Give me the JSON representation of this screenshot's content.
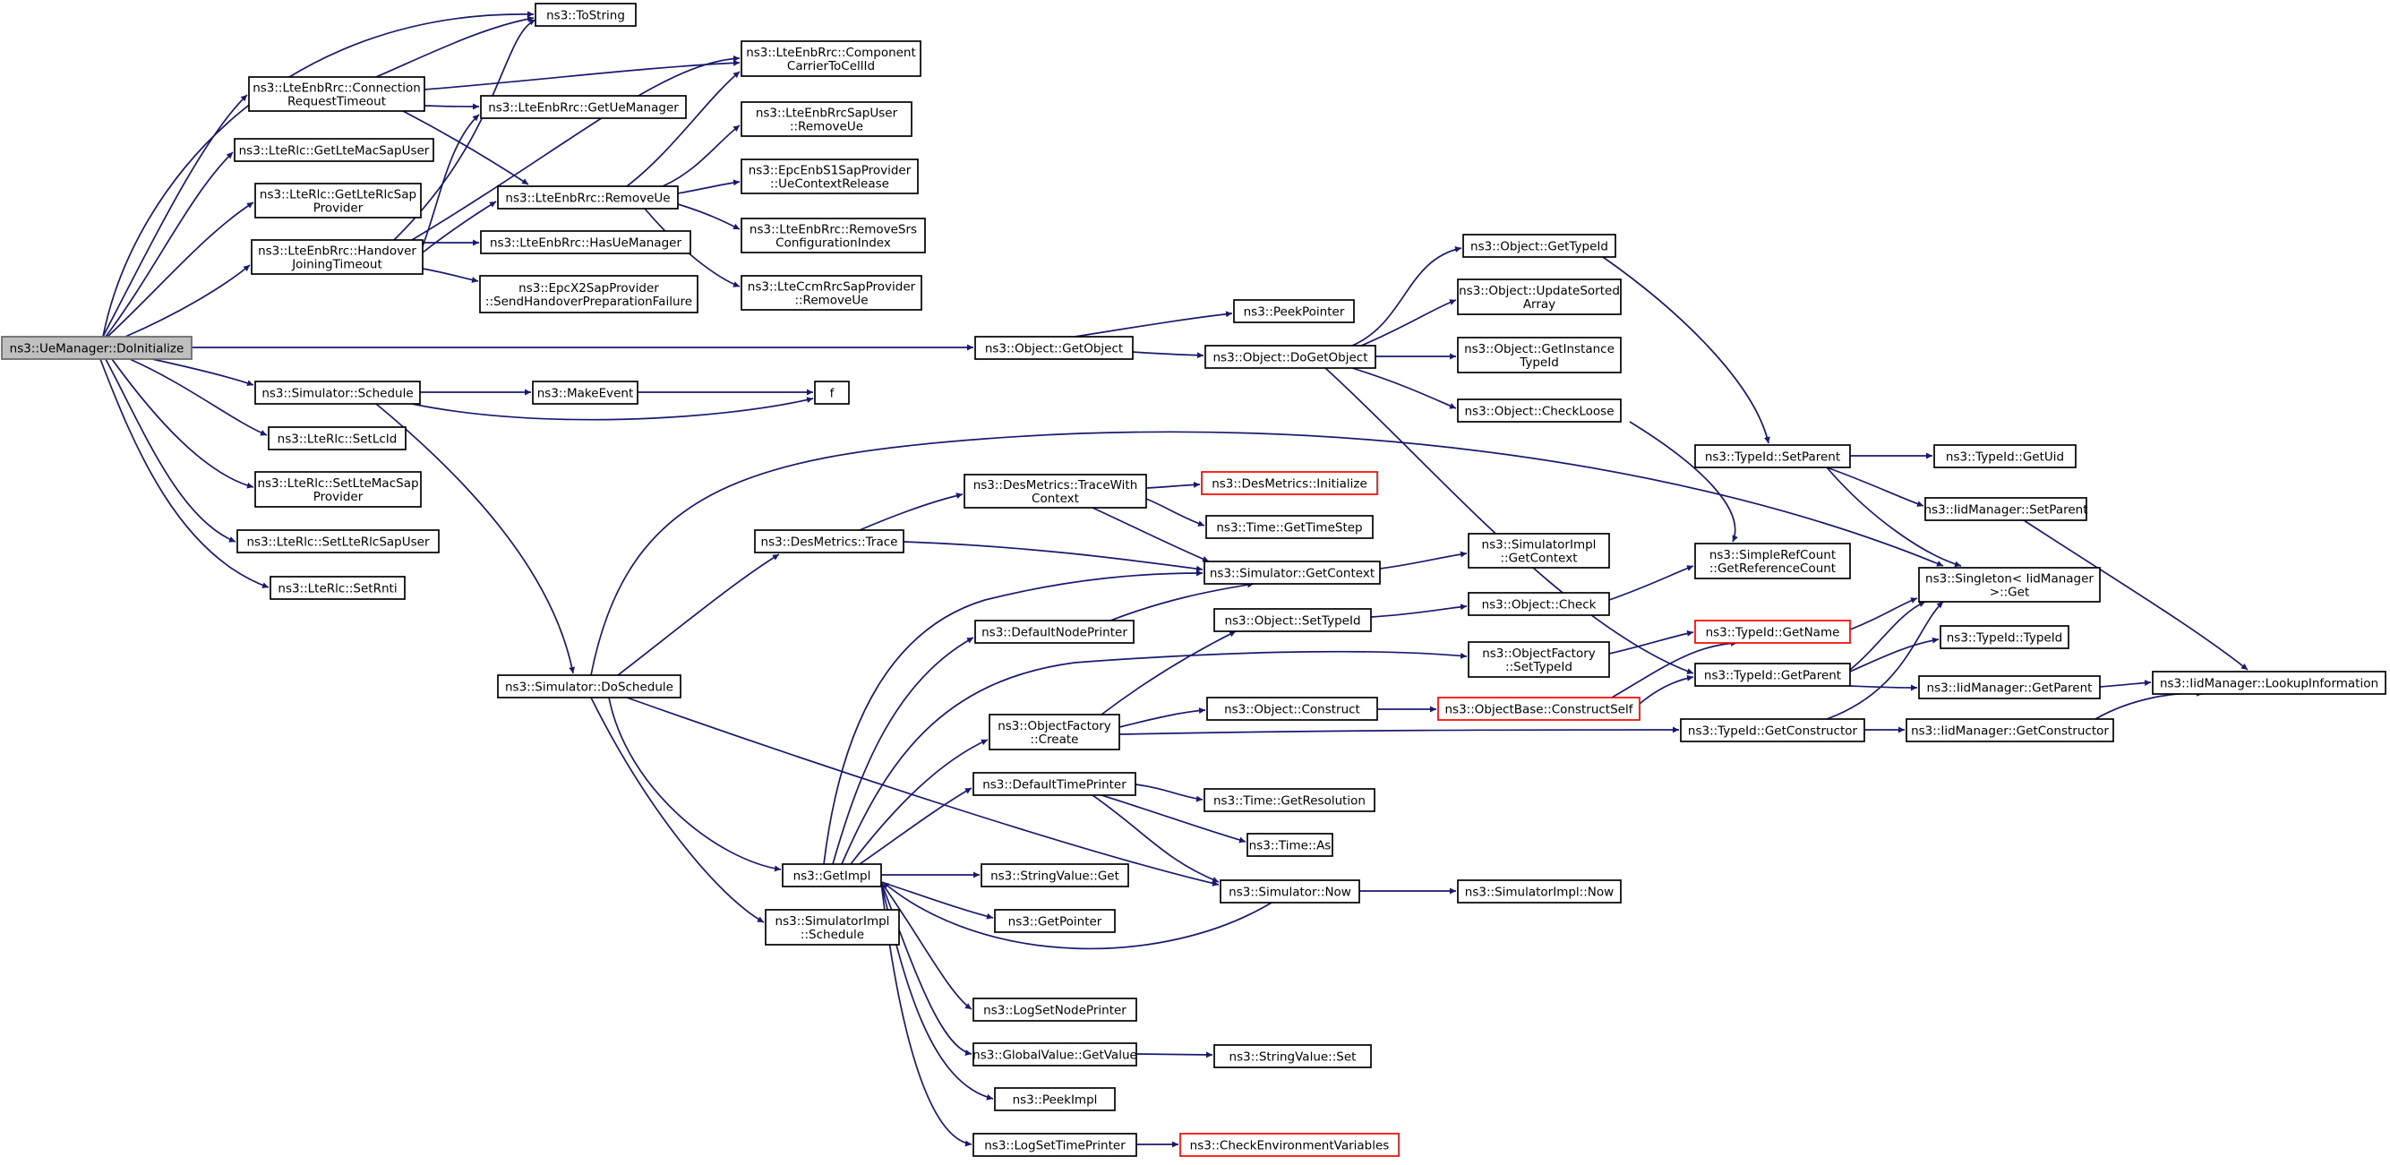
{
  "diagram": {
    "colors": {
      "edge": "#191970",
      "node_border": "#000000",
      "node_fill": "#ffffff",
      "root_fill": "#bfbfbf",
      "root_border": "#666666",
      "truncated_border": "#ff0000",
      "text": "#000000"
    },
    "nodes": [
      {
        "id": "n0",
        "lines": [
          "ns3::UeManager::DoInitialize"
        ],
        "kind": "root"
      },
      {
        "id": "n1",
        "lines": [
          "ns3::ToString"
        ]
      },
      {
        "id": "n2",
        "lines": [
          "ns3::LteEnbRrc::Connection",
          "RequestTimeout"
        ]
      },
      {
        "id": "n3",
        "lines": [
          "ns3::LteEnbRrc::Component",
          "CarrierToCellId"
        ]
      },
      {
        "id": "n4",
        "lines": [
          "ns3::LteEnbRrc::GetUeManager"
        ]
      },
      {
        "id": "n5",
        "lines": [
          "ns3::LteRlc::GetLteMacSapUser"
        ]
      },
      {
        "id": "n6",
        "lines": [
          "ns3::LteEnbRrcSapUser",
          "::RemoveUe"
        ]
      },
      {
        "id": "n7",
        "lines": [
          "ns3::LteRlc::GetLteRlcSap",
          "Provider"
        ]
      },
      {
        "id": "n8",
        "lines": [
          "ns3::EpcEnbS1SapProvider",
          "::UeContextRelease"
        ]
      },
      {
        "id": "n9",
        "lines": [
          "ns3::LteEnbRrc::RemoveUe"
        ]
      },
      {
        "id": "n10",
        "lines": [
          "ns3::LteEnbRrc::RemoveSrs",
          "ConfigurationIndex"
        ]
      },
      {
        "id": "n11",
        "lines": [
          "ns3::LteEnbRrc::Handover",
          "JoiningTimeout"
        ]
      },
      {
        "id": "n12",
        "lines": [
          "ns3::LteEnbRrc::HasUeManager"
        ]
      },
      {
        "id": "n13",
        "lines": [
          "ns3::LteCcmRrcSapProvider",
          "::RemoveUe"
        ]
      },
      {
        "id": "n14",
        "lines": [
          "ns3::EpcX2SapProvider",
          "::SendHandoverPreparationFailure"
        ]
      },
      {
        "id": "n15",
        "lines": [
          "ns3::Object::GetTypeId"
        ]
      },
      {
        "id": "n16",
        "lines": [
          "ns3::Object::UpdateSorted",
          "Array"
        ]
      },
      {
        "id": "n17",
        "lines": [
          "ns3::PeekPointer"
        ]
      },
      {
        "id": "n18",
        "lines": [
          "ns3::Object::GetObject"
        ]
      },
      {
        "id": "n19",
        "lines": [
          "ns3::Object::DoGetObject"
        ]
      },
      {
        "id": "n20",
        "lines": [
          "ns3::Object::GetInstance",
          "TypeId"
        ]
      },
      {
        "id": "n21",
        "lines": [
          "ns3::Simulator::Schedule"
        ]
      },
      {
        "id": "n22",
        "lines": [
          "ns3::MakeEvent"
        ]
      },
      {
        "id": "n23",
        "lines": [
          "f"
        ]
      },
      {
        "id": "n24",
        "lines": [
          "ns3::Object::CheckLoose"
        ]
      },
      {
        "id": "n25",
        "lines": [
          "ns3::LteRlc::SetLcId"
        ]
      },
      {
        "id": "n26",
        "lines": [
          "ns3::TypeId::SetParent"
        ]
      },
      {
        "id": "n27",
        "lines": [
          "ns3::TypeId::GetUid"
        ]
      },
      {
        "id": "n28",
        "lines": [
          "ns3::DesMetrics::TraceWith",
          "Context"
        ]
      },
      {
        "id": "n29",
        "lines": [
          "ns3::DesMetrics::Initialize"
        ],
        "kind": "truncated"
      },
      {
        "id": "n30",
        "lines": [
          "ns3::LteRlc::SetLteMacSap",
          "Provider"
        ]
      },
      {
        "id": "n31",
        "lines": [
          "ns3::IidManager::SetParent"
        ]
      },
      {
        "id": "n32",
        "lines": [
          "ns3::Time::GetTimeStep"
        ]
      },
      {
        "id": "n33",
        "lines": [
          "ns3::LteRlc::SetLteRlcSapUser"
        ]
      },
      {
        "id": "n34",
        "lines": [
          "ns3::DesMetrics::Trace"
        ]
      },
      {
        "id": "n35",
        "lines": [
          "ns3::SimulatorImpl",
          "::GetContext"
        ]
      },
      {
        "id": "n36",
        "lines": [
          "ns3::SimpleRefCount",
          "::GetReferenceCount"
        ]
      },
      {
        "id": "n37",
        "lines": [
          "ns3::Simulator::GetContext"
        ]
      },
      {
        "id": "n38",
        "lines": [
          "ns3::Singleton< IidManager",
          ">::Get"
        ]
      },
      {
        "id": "n39",
        "lines": [
          "ns3::LteRlc::SetRnti"
        ]
      },
      {
        "id": "n40",
        "lines": [
          "ns3::Object::Check"
        ]
      },
      {
        "id": "n41",
        "lines": [
          "ns3::Object::SetTypeId"
        ]
      },
      {
        "id": "n42",
        "lines": [
          "ns3::DefaultNodePrinter"
        ]
      },
      {
        "id": "n43",
        "lines": [
          "ns3::TypeId::GetName"
        ],
        "kind": "truncated"
      },
      {
        "id": "n44",
        "lines": [
          "ns3::TypeId::TypeId"
        ]
      },
      {
        "id": "n45",
        "lines": [
          "ns3::ObjectFactory",
          "::SetTypeId"
        ]
      },
      {
        "id": "n46",
        "lines": [
          "ns3::TypeId::GetParent"
        ]
      },
      {
        "id": "n47",
        "lines": [
          "ns3::Simulator::DoSchedule"
        ]
      },
      {
        "id": "n48",
        "lines": [
          "ns3::IidManager::GetParent"
        ]
      },
      {
        "id": "n49",
        "lines": [
          "ns3::IidManager::LookupInformation"
        ]
      },
      {
        "id": "n50",
        "lines": [
          "ns3::Object::Construct"
        ]
      },
      {
        "id": "n51",
        "lines": [
          "ns3::ObjectBase::ConstructSelf"
        ],
        "kind": "truncated"
      },
      {
        "id": "n52",
        "lines": [
          "ns3::ObjectFactory",
          "::Create"
        ]
      },
      {
        "id": "n53",
        "lines": [
          "ns3::TypeId::GetConstructor"
        ]
      },
      {
        "id": "n54",
        "lines": [
          "ns3::IidManager::GetConstructor"
        ]
      },
      {
        "id": "n55",
        "lines": [
          "ns3::DefaultTimePrinter"
        ]
      },
      {
        "id": "n56",
        "lines": [
          "ns3::Time::GetResolution"
        ]
      },
      {
        "id": "n57",
        "lines": [
          "ns3::Time::As"
        ]
      },
      {
        "id": "n58",
        "lines": [
          "ns3::GetImpl"
        ]
      },
      {
        "id": "n59",
        "lines": [
          "ns3::StringValue::Get"
        ]
      },
      {
        "id": "n60",
        "lines": [
          "ns3::Simulator::Now"
        ]
      },
      {
        "id": "n61",
        "lines": [
          "ns3::SimulatorImpl::Now"
        ]
      },
      {
        "id": "n62",
        "lines": [
          "ns3::SimulatorImpl",
          "::Schedule"
        ]
      },
      {
        "id": "n63",
        "lines": [
          "ns3::GetPointer"
        ]
      },
      {
        "id": "n64",
        "lines": [
          "ns3::LogSetNodePrinter"
        ]
      },
      {
        "id": "n65",
        "lines": [
          "ns3::GlobalValue::GetValue"
        ]
      },
      {
        "id": "n66",
        "lines": [
          "ns3::StringValue::Set"
        ]
      },
      {
        "id": "n67",
        "lines": [
          "ns3::PeekImpl"
        ]
      },
      {
        "id": "n68",
        "lines": [
          "ns3::LogSetTimePrinter"
        ]
      },
      {
        "id": "n69",
        "lines": [
          "ns3::CheckEnvironmentVariables"
        ],
        "kind": "truncated"
      }
    ],
    "edges": [
      [
        "n0",
        "n1"
      ],
      [
        "n0",
        "n2"
      ],
      [
        "n0",
        "n5"
      ],
      [
        "n0",
        "n7"
      ],
      [
        "n0",
        "n11"
      ],
      [
        "n0",
        "n18"
      ],
      [
        "n0",
        "n21"
      ],
      [
        "n0",
        "n25"
      ],
      [
        "n0",
        "n30"
      ],
      [
        "n0",
        "n33"
      ],
      [
        "n0",
        "n39"
      ],
      [
        "n2",
        "n1"
      ],
      [
        "n2",
        "n3"
      ],
      [
        "n2",
        "n4"
      ],
      [
        "n2",
        "n9"
      ],
      [
        "n9",
        "n3"
      ],
      [
        "n9",
        "n6"
      ],
      [
        "n9",
        "n8"
      ],
      [
        "n9",
        "n10"
      ],
      [
        "n9",
        "n13"
      ],
      [
        "n11",
        "n1"
      ],
      [
        "n11",
        "n3"
      ],
      [
        "n11",
        "n4"
      ],
      [
        "n11",
        "n9"
      ],
      [
        "n11",
        "n12"
      ],
      [
        "n11",
        "n14"
      ],
      [
        "n18",
        "n17"
      ],
      [
        "n18",
        "n19"
      ],
      [
        "n19",
        "n15"
      ],
      [
        "n19",
        "n16"
      ],
      [
        "n19",
        "n20"
      ],
      [
        "n19",
        "n24"
      ],
      [
        "n19",
        "n46"
      ],
      [
        "n15",
        "n26"
      ],
      [
        "n24",
        "n36"
      ],
      [
        "n26",
        "n27"
      ],
      [
        "n26",
        "n31"
      ],
      [
        "n26",
        "n38"
      ],
      [
        "n31",
        "n49"
      ],
      [
        "n21",
        "n22"
      ],
      [
        "n21",
        "n23"
      ],
      [
        "n21",
        "n47"
      ],
      [
        "n22",
        "n23"
      ],
      [
        "n47",
        "n34"
      ],
      [
        "n47",
        "n38"
      ],
      [
        "n47",
        "n58"
      ],
      [
        "n47",
        "n60"
      ],
      [
        "n47",
        "n62"
      ],
      [
        "n34",
        "n28"
      ],
      [
        "n34",
        "n37"
      ],
      [
        "n28",
        "n29"
      ],
      [
        "n28",
        "n32"
      ],
      [
        "n28",
        "n37"
      ],
      [
        "n37",
        "n35"
      ],
      [
        "n42",
        "n37"
      ],
      [
        "n40",
        "n36"
      ],
      [
        "n41",
        "n40"
      ],
      [
        "n45",
        "n43"
      ],
      [
        "n43",
        "n38"
      ],
      [
        "n46",
        "n38"
      ],
      [
        "n46",
        "n44"
      ],
      [
        "n46",
        "n48"
      ],
      [
        "n48",
        "n49"
      ],
      [
        "n52",
        "n41"
      ],
      [
        "n52",
        "n50"
      ],
      [
        "n52",
        "n53"
      ],
      [
        "n50",
        "n51"
      ],
      [
        "n51",
        "n43"
      ],
      [
        "n51",
        "n46"
      ],
      [
        "n53",
        "n38"
      ],
      [
        "n53",
        "n54"
      ],
      [
        "n54",
        "n49"
      ],
      [
        "n55",
        "n56"
      ],
      [
        "n55",
        "n57"
      ],
      [
        "n55",
        "n60"
      ],
      [
        "n58",
        "n37"
      ],
      [
        "n58",
        "n42"
      ],
      [
        "n58",
        "n45"
      ],
      [
        "n58",
        "n52"
      ],
      [
        "n58",
        "n55"
      ],
      [
        "n58",
        "n59"
      ],
      [
        "n58",
        "n63"
      ],
      [
        "n58",
        "n64"
      ],
      [
        "n58",
        "n65"
      ],
      [
        "n58",
        "n67"
      ],
      [
        "n58",
        "n68"
      ],
      [
        "n60",
        "n58"
      ],
      [
        "n60",
        "n61"
      ],
      [
        "n65",
        "n66"
      ],
      [
        "n68",
        "n69"
      ]
    ]
  }
}
